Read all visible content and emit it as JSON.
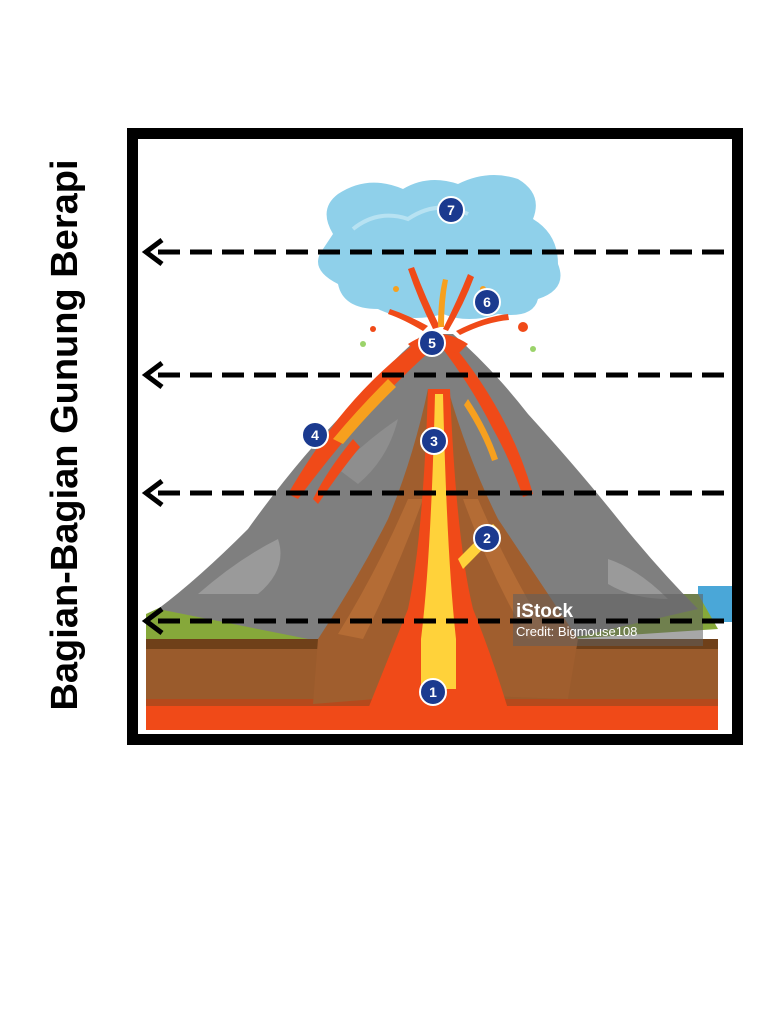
{
  "title": "Bagian-Bagian Gunung Berapi",
  "labels": [
    "1",
    "2",
    "3",
    "4",
    "5",
    "6",
    "7"
  ],
  "watermark": {
    "brand": "iStock",
    "credit": "Credit: Bigmouse108"
  },
  "colors": {
    "frame": "#000000",
    "cloud": "#8fd0ea",
    "lava": "#f04a18",
    "magma_core": "#ffd23a",
    "rock": "#7f7f7f",
    "crust": "#9a5b2c",
    "grass": "#86a83a",
    "water": "#4aa7d8",
    "badge": "#1b3a8f"
  }
}
